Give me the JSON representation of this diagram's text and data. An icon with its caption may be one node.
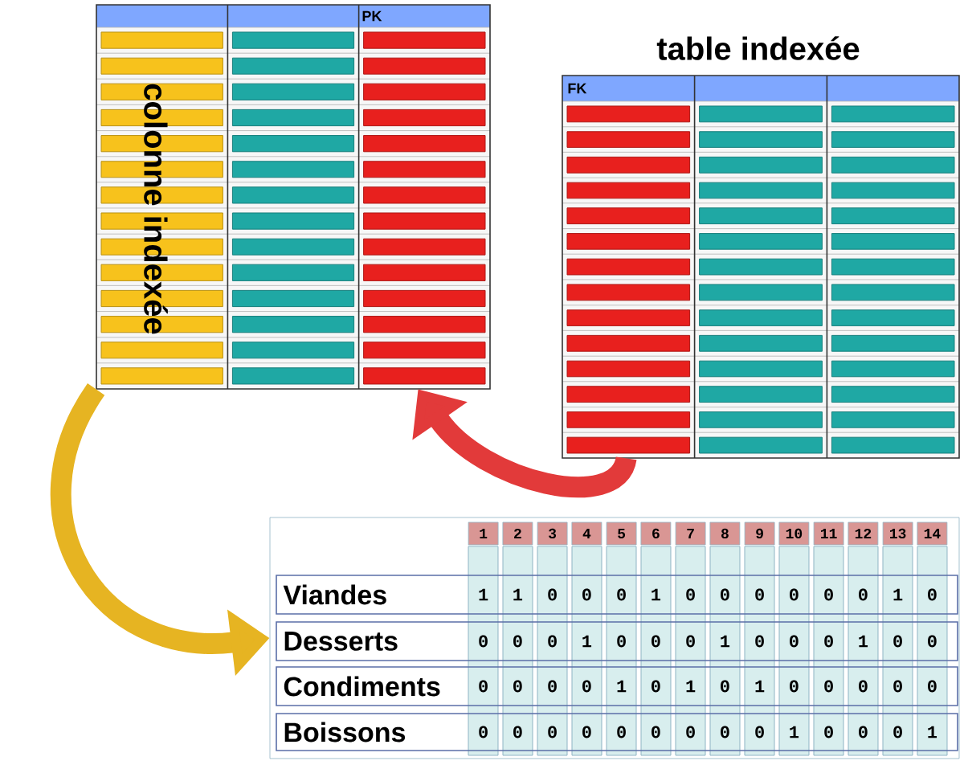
{
  "diagram": {
    "nodes": [
      {
        "text": [
          "PK",
          "colonne indexée"
        ]
      },
      {
        "text": [
          "table indexée",
          "FK"
        ]
      },
      {
        "text": [],
        "shape": "box"
      }
    ],
    "edges": [
      {
        "from": 0,
        "to": 2,
        "arrow": "to",
        "color": "#e6b422"
      },
      {
        "from": 1,
        "to": 0,
        "arrow": "to",
        "color": "#e23a3a"
      }
    ],
    "labels": [
      "1",
      "2",
      "3",
      "4",
      "5",
      "6",
      "7",
      "8",
      "9",
      "10",
      "11",
      "12",
      "13",
      "14",
      "Viandes",
      "1",
      "1",
      "0",
      "0",
      "0",
      "1",
      "0",
      "0",
      "0",
      "0",
      "0",
      "0",
      "1",
      "0",
      "Desserts",
      "0",
      "0",
      "0",
      "1",
      "0",
      "0",
      "0",
      "1",
      "0",
      "0",
      "0",
      "1",
      "0",
      "0",
      "Condiments",
      "0",
      "0",
      "0",
      "0",
      "1",
      "0",
      "1",
      "0",
      "1",
      "0",
      "0",
      "0",
      "0",
      "0",
      "Boissons",
      "0",
      "0",
      "0",
      "0",
      "0",
      "0",
      "0",
      "0",
      "0",
      "1",
      "0",
      "0",
      "0",
      "1"
    ]
  }
}
